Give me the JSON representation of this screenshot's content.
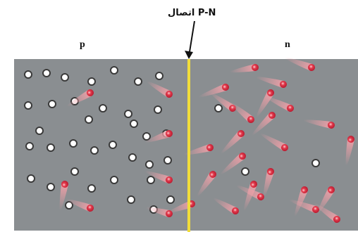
{
  "labels": {
    "junction": "اتصال P-N",
    "p_region": "p",
    "n_region": "n"
  },
  "colors": {
    "background": "#8a8e91",
    "junction_line": "#f2dd3a",
    "hole_fill": "#ffffff",
    "hole_ring": "#3a3a3a",
    "electron": "#d8243a",
    "electron_tail": "#f0a0a8"
  },
  "regions": {
    "p": {
      "carrier": "hole",
      "count": 36
    },
    "n": {
      "carrier": "electron",
      "count": 26
    }
  },
  "icons": {
    "junction_arrow": "arrow-down-icon",
    "hole": "hole-circle-icon",
    "electron": "electron-comet-icon"
  }
}
